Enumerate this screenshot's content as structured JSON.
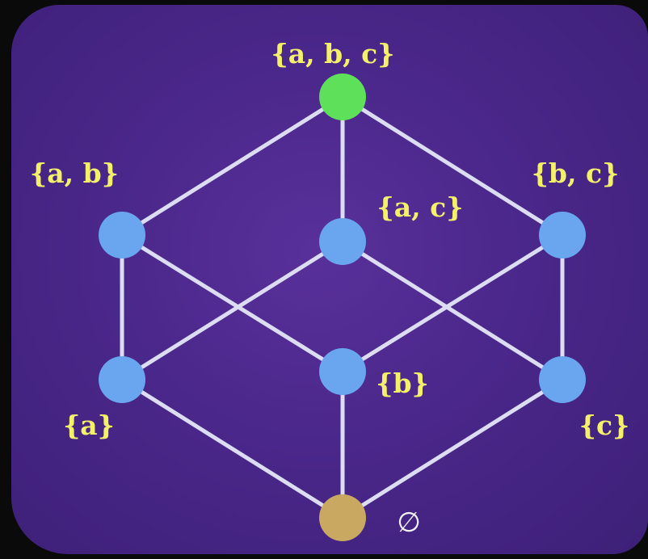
{
  "diagram": {
    "nodes": [
      {
        "id": "abc",
        "label": "{a, b, c}",
        "color": "#5fe05a"
      },
      {
        "id": "ab",
        "label": "{a, b}",
        "color": "#6aa6ef"
      },
      {
        "id": "ac",
        "label": "{a, c}",
        "color": "#6aa6ef"
      },
      {
        "id": "bc",
        "label": "{b, c}",
        "color": "#6aa6ef"
      },
      {
        "id": "a",
        "label": "{a}",
        "color": "#6aa6ef"
      },
      {
        "id": "b",
        "label": "{b}",
        "color": "#6aa6ef"
      },
      {
        "id": "c",
        "label": "{c}",
        "color": "#6aa6ef"
      },
      {
        "id": "empty",
        "label": "∅",
        "color": "#c9a861"
      }
    ],
    "edges": [
      [
        "abc",
        "ab"
      ],
      [
        "abc",
        "ac"
      ],
      [
        "abc",
        "bc"
      ],
      [
        "ab",
        "a"
      ],
      [
        "ab",
        "b"
      ],
      [
        "ac",
        "a"
      ],
      [
        "ac",
        "c"
      ],
      [
        "bc",
        "b"
      ],
      [
        "bc",
        "c"
      ],
      [
        "a",
        "empty"
      ],
      [
        "b",
        "empty"
      ],
      [
        "c",
        "empty"
      ]
    ],
    "colors": {
      "background": "#4a278a",
      "edge": "#dcdcf2",
      "label": "#f4f06a"
    }
  }
}
